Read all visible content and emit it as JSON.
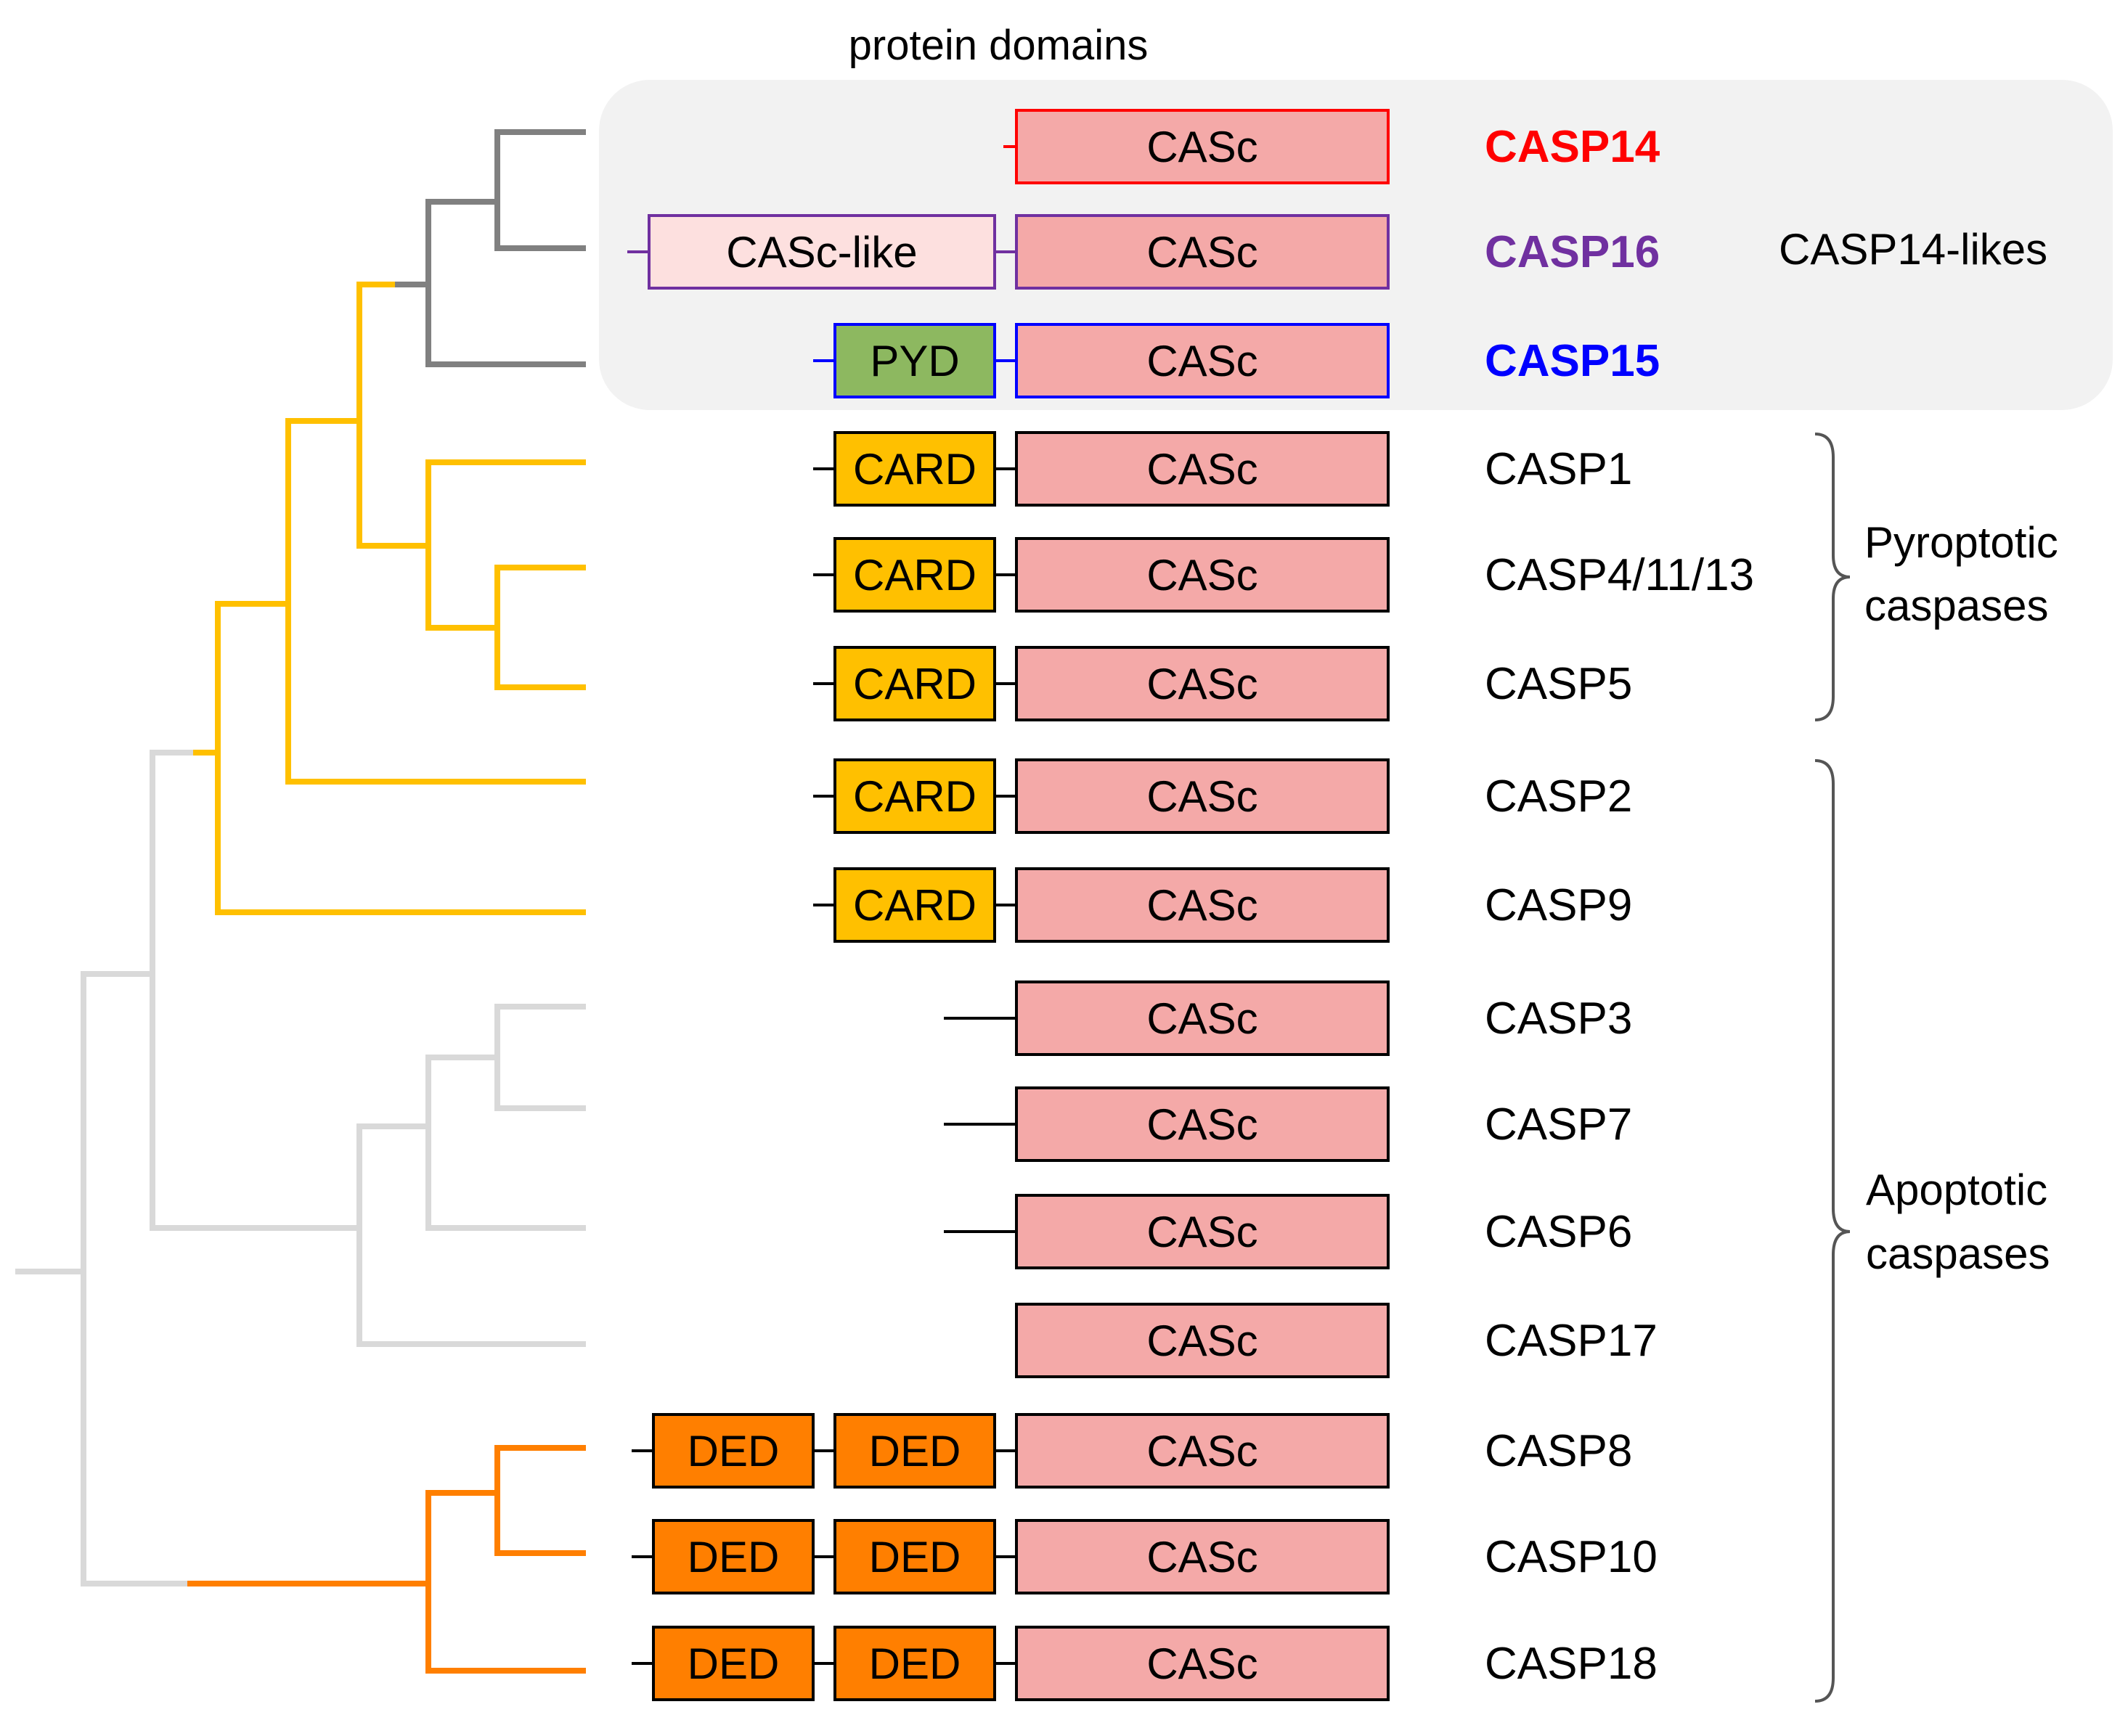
{
  "title": "protein domains",
  "colors": {
    "gray_dark": "#808080",
    "gray_light": "#d9d9d9",
    "yellow": "#ffc000",
    "orange": "#ff7f00",
    "casc_fill": "#f4a9a8",
    "casc_like_fill": "#fde0df",
    "pyd_fill": "#8db860",
    "card_fill": "#ffc000",
    "ded_fill": "#ff7f00",
    "group_bg": "#f2f2f2"
  },
  "groups": {
    "casp14_likes": "CASP14-likes",
    "pyroptotic": [
      "Pyroptotic",
      "caspases"
    ],
    "apoptotic": [
      "Apoptotic",
      "caspases"
    ]
  },
  "proteins": [
    {
      "name": "CASP14",
      "name_color": "#ff0000",
      "bold": true,
      "outline": "#ff0000",
      "domains": [
        "CASc"
      ]
    },
    {
      "name": "CASP16",
      "name_color": "#7030a0",
      "bold": true,
      "outline": "#7030a0",
      "domains": [
        "CASc-like",
        "CASc"
      ]
    },
    {
      "name": "CASP15",
      "name_color": "#0000ff",
      "bold": true,
      "outline": "#0000ff",
      "domains": [
        "PYD",
        "CASc"
      ]
    },
    {
      "name": "CASP1",
      "name_color": "#000000",
      "bold": false,
      "outline": "#000000",
      "domains": [
        "CARD",
        "CASc"
      ]
    },
    {
      "name": "CASP4/11/13",
      "name_color": "#000000",
      "bold": false,
      "outline": "#000000",
      "domains": [
        "CARD",
        "CASc"
      ]
    },
    {
      "name": "CASP5",
      "name_color": "#000000",
      "bold": false,
      "outline": "#000000",
      "domains": [
        "CARD",
        "CASc"
      ]
    },
    {
      "name": "CASP2",
      "name_color": "#000000",
      "bold": false,
      "outline": "#000000",
      "domains": [
        "CARD",
        "CASc"
      ]
    },
    {
      "name": "CASP9",
      "name_color": "#000000",
      "bold": false,
      "outline": "#000000",
      "domains": [
        "CARD",
        "CASc"
      ]
    },
    {
      "name": "CASP3",
      "name_color": "#000000",
      "bold": false,
      "outline": "#000000",
      "domains": [
        "CASc"
      ]
    },
    {
      "name": "CASP7",
      "name_color": "#000000",
      "bold": false,
      "outline": "#000000",
      "domains": [
        "CASc"
      ]
    },
    {
      "name": "CASP6",
      "name_color": "#000000",
      "bold": false,
      "outline": "#000000",
      "domains": [
        "CASc"
      ]
    },
    {
      "name": "CASP17",
      "name_color": "#000000",
      "bold": false,
      "outline": "#000000",
      "domains": [
        "CASc"
      ]
    },
    {
      "name": "CASP8",
      "name_color": "#000000",
      "bold": false,
      "outline": "#000000",
      "domains": [
        "DED",
        "DED",
        "CASc"
      ]
    },
    {
      "name": "CASP10",
      "name_color": "#000000",
      "bold": false,
      "outline": "#000000",
      "domains": [
        "DED",
        "DED",
        "CASc"
      ]
    },
    {
      "name": "CASP18",
      "name_color": "#000000",
      "bold": false,
      "outline": "#000000",
      "domains": [
        "DED",
        "DED",
        "CASc"
      ]
    }
  ]
}
